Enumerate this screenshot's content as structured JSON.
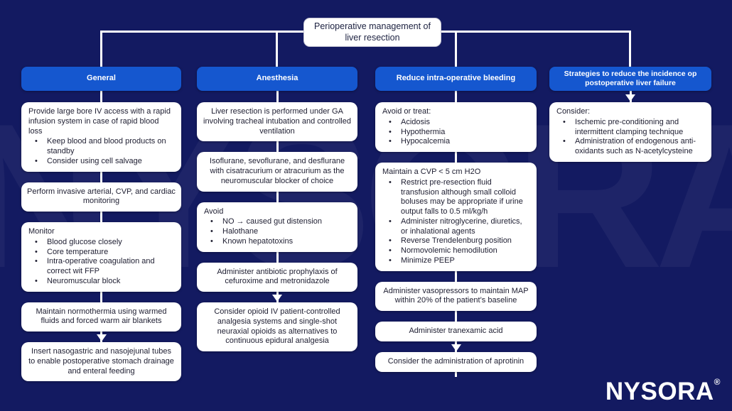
{
  "title": "Perioperative management of liver resection",
  "watermark": "NYSORA",
  "logo": {
    "text": "NYSORA",
    "reg": "®"
  },
  "colors": {
    "background": "#131a61",
    "header_blue": "#1557cf",
    "box_white": "#ffffff",
    "connector_white": "#ffffff",
    "text_dark": "#212134"
  },
  "columns": [
    {
      "header": "General",
      "boxes": [
        {
          "lead": "Provide large bore IV access with a rapid infusion system in case of rapid blood loss",
          "bullets": [
            "Keep blood and blood products on standby",
            "Consider using cell salvage"
          ]
        },
        {
          "text": "Perform invasive arterial, CVP, and cardiac monitoring"
        },
        {
          "lead": "Monitor",
          "bullets": [
            "Blood glucose closely",
            "Core temperature",
            "Intra-operative coagulation and correct wit FFP",
            "Neuromuscular block"
          ]
        },
        {
          "text": "Maintain normothermia using warmed fluids and forced warm air blankets"
        },
        {
          "text": "Insert nasogastric and nasojejunal tubes to enable postoperative stomach drainage and enteral feeding"
        }
      ]
    },
    {
      "header": "Anesthesia",
      "boxes": [
        {
          "text": "Liver resection is performed under GA involving tracheal intubation and controlled ventilation"
        },
        {
          "text": "Isoflurane, sevoflurane, and desflurane with cisatracurium or atracurium as the neuromuscular blocker of choice"
        },
        {
          "lead": "Avoid",
          "bullets": [
            "NO → caused gut distension",
            "Halothane",
            "Known hepatotoxins"
          ]
        },
        {
          "text": "Administer antibiotic prophylaxis of cefuroxime and metronidazole"
        },
        {
          "text": "Consider opioid IV patient-controlled analgesia systems and single-shot neuraxial opioids as alternatives to continuous epidural analgesia"
        }
      ]
    },
    {
      "header": "Reduce intra-operative bleeding",
      "boxes": [
        {
          "lead": "Avoid or treat:",
          "bullets": [
            "Acidosis",
            "Hypothermia",
            "Hypocalcemia"
          ]
        },
        {
          "lead": "Maintain a CVP < 5 cm H2O",
          "bullets": [
            "Restrict pre-resection fluid transfusion although small colloid boluses may be appropriate if urine output falls to 0.5 ml/kg/h",
            "Administer nitroglycerine, diuretics, or inhalational agents",
            "Reverse Trendelenburg position",
            "Normovolemic hemodilution",
            "Minimize PEEP"
          ]
        },
        {
          "text": "Administer vasopressors to maintain MAP within 20% of the patient’s baseline"
        },
        {
          "text": "Administer tranexamic acid"
        },
        {
          "text": "Consider the administration of aprotinin"
        }
      ]
    },
    {
      "header": "Strategies to reduce the incidence op postoperative liver failure",
      "boxes": [
        {
          "lead": "Consider:",
          "bullets": [
            "Ischemic pre-conditioning and intermittent clamping technique",
            "Administration of endogenous anti-oxidants such as N-acetylcysteine"
          ]
        }
      ]
    }
  ]
}
